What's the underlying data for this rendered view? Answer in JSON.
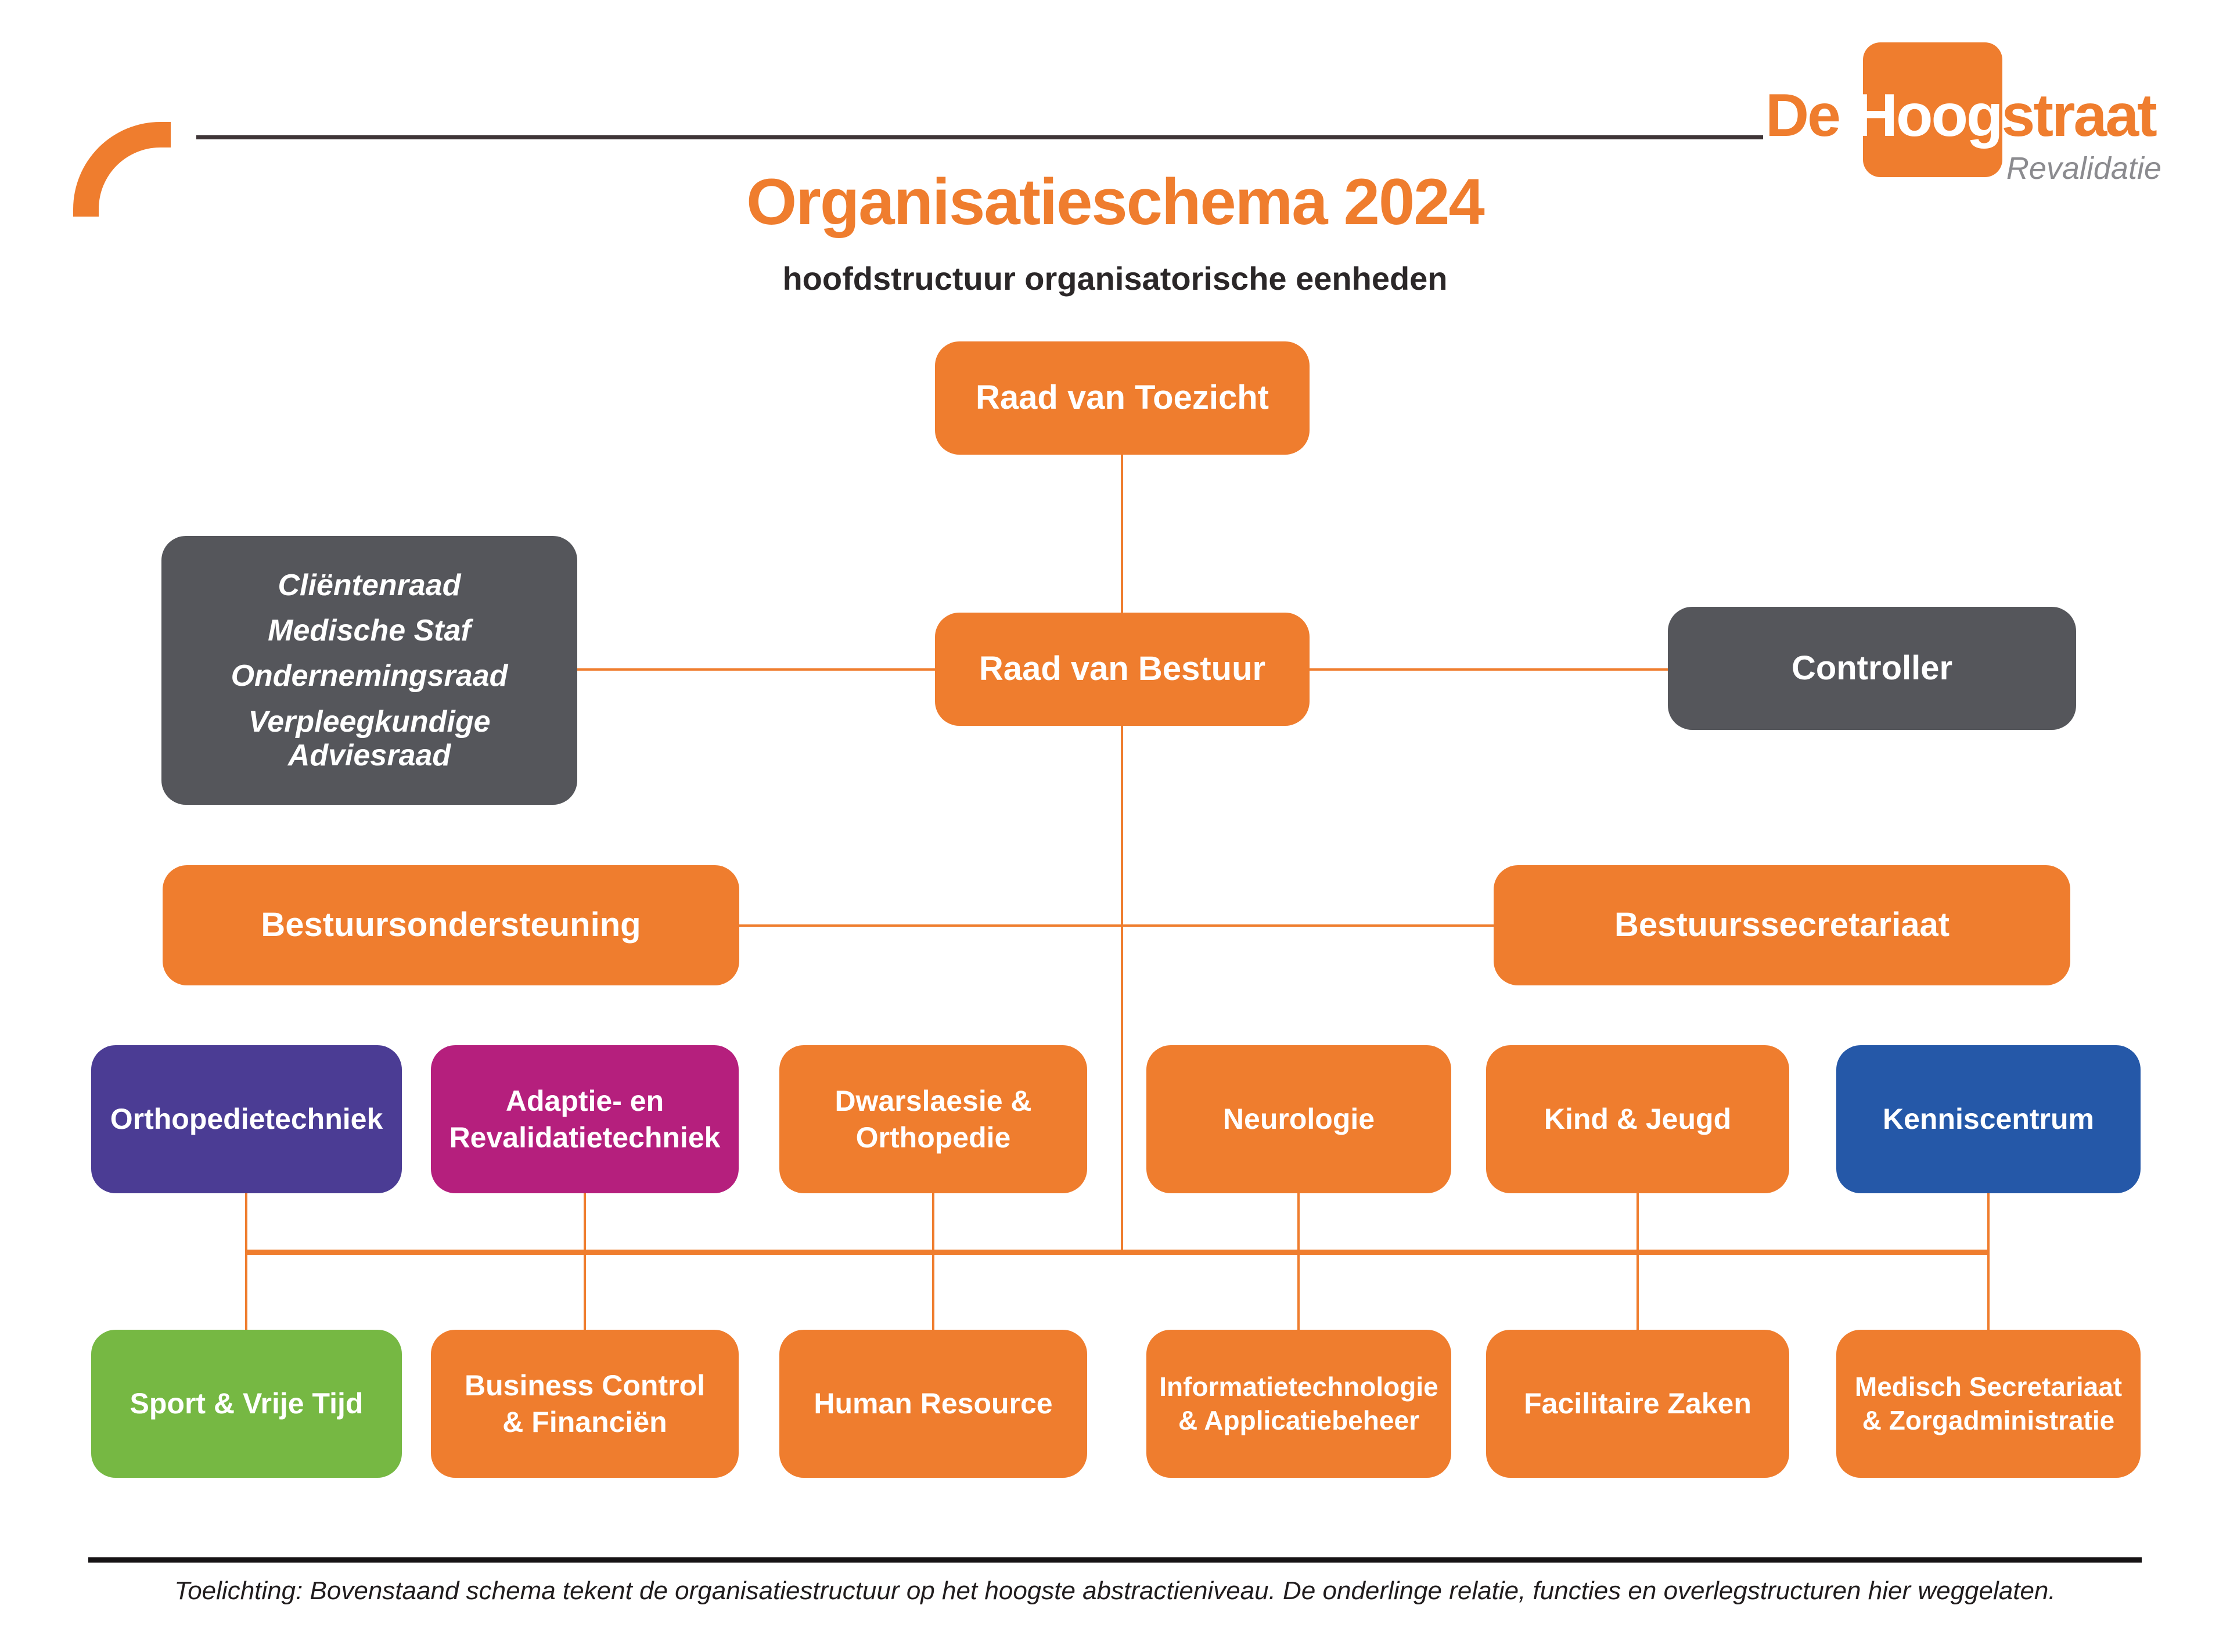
{
  "colors": {
    "accent_orange": "#EF7D2E",
    "dark_gray": "#55565B",
    "purple": "#4B3C94",
    "magenta": "#B51F7D",
    "blue": "#2558A8",
    "green": "#76B843",
    "logo_gray": "#8B8B8F",
    "text_dark": "#262223"
  },
  "header": {
    "logo": {
      "name_prefix": "De ",
      "name_highlight": "Hoog",
      "name_suffix": "straat",
      "tagline": "Revalidatie"
    },
    "title": "Organisatieschema 2024",
    "subtitle": "hoofdstructuur organisatorische eenheden"
  },
  "chart": {
    "raad_van_toezicht": {
      "label": "Raad van Toezicht",
      "color": "#EF7D2E"
    },
    "raad_van_bestuur": {
      "label": "Raad van Bestuur",
      "color": "#EF7D2E"
    },
    "advisory": {
      "color": "#55565B",
      "lines": [
        "Cliëntenraad",
        "Medische Staf",
        "Ondernemingsraad",
        "Verpleegkundige Adviesraad"
      ]
    },
    "controller": {
      "label": "Controller",
      "color": "#55565B"
    },
    "bestuursondersteuning": {
      "label": "Bestuursondersteuning",
      "color": "#EF7D2E"
    },
    "bestuurssecretariaat": {
      "label": "Bestuurssecretariaat",
      "color": "#EF7D2E"
    },
    "middle_row": [
      {
        "label": "Orthopedietechniek",
        "color": "#4B3C94"
      },
      {
        "label": "Adaptie- en\nRevalidatietechniek",
        "color": "#B51F7D"
      },
      {
        "label": "Dwarslaesie &\nOrthopedie",
        "color": "#EF7D2E"
      },
      {
        "label": "Neurologie",
        "color": "#EF7D2E"
      },
      {
        "label": "Kind & Jeugd",
        "color": "#EF7D2E"
      },
      {
        "label": "Kenniscentrum",
        "color": "#2558A8"
      }
    ],
    "bottom_row": [
      {
        "label": "Sport & Vrije Tijd",
        "color": "#76B843"
      },
      {
        "label": "Business Control\n& Financiën",
        "color": "#EF7D2E"
      },
      {
        "label": "Human Resource",
        "color": "#EF7D2E"
      },
      {
        "label": "Informatietechnologie\n& Applicatiebeheer",
        "color": "#EF7D2E"
      },
      {
        "label": "Facilitaire Zaken",
        "color": "#EF7D2E"
      },
      {
        "label": "Medisch Secretariaat\n& Zorgadministratie",
        "color": "#EF7D2E"
      }
    ]
  },
  "footer": {
    "note": "Toelichting: Bovenstaand schema tekent de organisatiestructuur op het hoogste abstractieniveau. De onderlinge relatie, functies en overlegstructuren hier weggelaten."
  }
}
